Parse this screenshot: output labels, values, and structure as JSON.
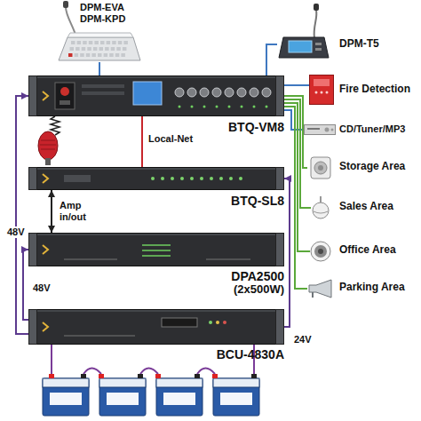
{
  "diagram": {
    "nodes": [
      {
        "text": [
          "DPM-EVA",
          "DPM-KPD"
        ]
      },
      {
        "text": [
          "DPM-T5"
        ]
      },
      {
        "text": [
          "BTQ-VM8"
        ]
      },
      {
        "text": [
          "Fire Detection"
        ]
      },
      {
        "text": [
          "CD/Tuner/MP3"
        ]
      },
      {
        "text": [
          "BTQ-SL8"
        ]
      },
      {
        "text": [
          "Storage Area"
        ]
      },
      {
        "text": [
          "Sales Area"
        ]
      },
      {
        "text": [
          "Office Area"
        ]
      },
      {
        "text": [
          "Parking Area"
        ]
      },
      {
        "text": [
          "DPA2500",
          "(2x500W)"
        ]
      },
      {
        "text": [
          "BCU-4830A"
        ]
      }
    ],
    "edges": [
      {
        "from": 0,
        "to": 2,
        "arrow": "none"
      },
      {
        "from": 1,
        "to": 2,
        "arrow": "none"
      },
      {
        "from": 2,
        "to": 3,
        "arrow": "none"
      },
      {
        "from": 2,
        "to": 4,
        "arrow": "none"
      },
      {
        "from": 2,
        "to": 6,
        "arrow": "none"
      },
      {
        "from": 2,
        "to": 7,
        "arrow": "none"
      },
      {
        "from": 2,
        "to": 8,
        "arrow": "none"
      },
      {
        "from": 2,
        "to": 9,
        "arrow": "none"
      },
      {
        "from": 2,
        "to": 5,
        "label": "Local-Net",
        "arrow": "none"
      },
      {
        "from": 5,
        "to": 10,
        "label": "Amp in/out",
        "arrow": "both"
      },
      {
        "from": 11,
        "to": 2,
        "label": "48V",
        "arrow": "to"
      },
      {
        "from": 11,
        "to": 10,
        "label": "48V",
        "arrow": "to"
      },
      {
        "from": 11,
        "to": 5,
        "label": "24V",
        "arrow": "to"
      }
    ]
  }
}
